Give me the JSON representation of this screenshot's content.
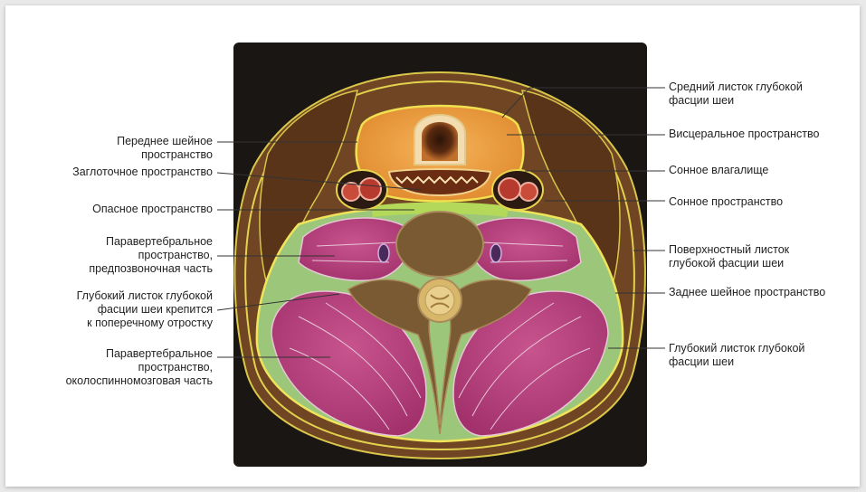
{
  "labels_left": [
    {
      "id": "anterior-cervical-space",
      "text": "Переднее шейное\nпространство"
    },
    {
      "id": "retropharyngeal-space",
      "text": "Заглоточное пространство"
    },
    {
      "id": "danger-space",
      "text": "Опасное пространство"
    },
    {
      "id": "prevertebral-space",
      "text": "Паравертебральное\nпространство,\nпредпозвоночная часть"
    },
    {
      "id": "deep-layer-attachment",
      "text": "Глубокий листок глубокой\nфасции шеи крепится\nк поперечному отростку"
    },
    {
      "id": "paraspinal-space",
      "text": "Паравертебральное\nпространство,\nоколоспинномозговая часть"
    }
  ],
  "labels_right": [
    {
      "id": "middle-layer-deep-fascia",
      "text": "Средний листок глубокой\nфасции шеи"
    },
    {
      "id": "visceral-space",
      "text": "Висцеральное пространство"
    },
    {
      "id": "carotid-sheath",
      "text": "Сонное влагалище"
    },
    {
      "id": "carotid-space",
      "text": "Сонное пространство"
    },
    {
      "id": "superficial-layer-deep-fascia",
      "text": "Поверхностный листок\nглубокой фасции шеи"
    },
    {
      "id": "posterior-cervical-space",
      "text": "Заднее шейное пространство"
    },
    {
      "id": "deep-layer-deep-fascia",
      "text": "Глубокий листок глубокой\nфасции шеи"
    }
  ]
}
